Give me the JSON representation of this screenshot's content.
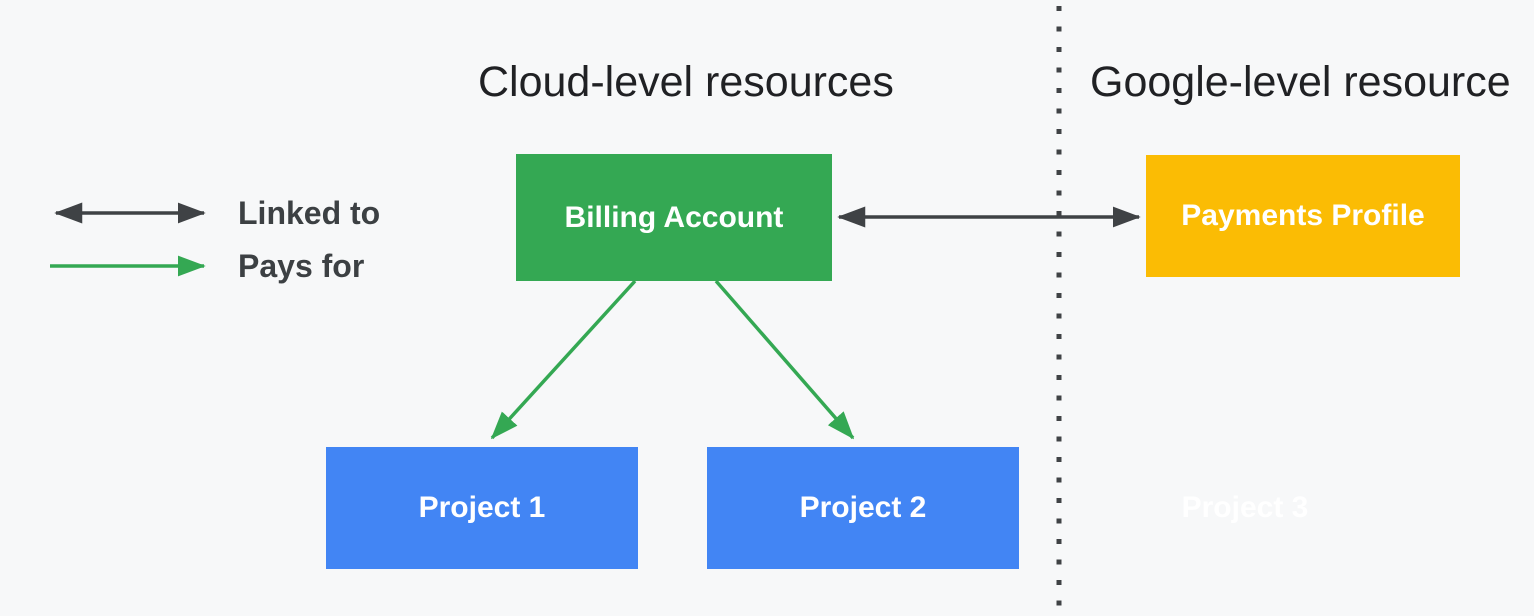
{
  "diagram": {
    "description": "Google Cloud billing account relationships diagram",
    "sections": {
      "left_title": "Cloud-level resources",
      "right_title": "Google-level resource"
    },
    "legend": {
      "items": [
        {
          "label": "Linked to",
          "arrow_style": "double-headed-dark"
        },
        {
          "label": "Pays for",
          "arrow_style": "single-headed-green"
        }
      ]
    },
    "nodes": {
      "billing_account": {
        "label": "Billing Account",
        "color": "#34A853",
        "section": "cloud-level"
      },
      "payments_profile": {
        "label": "Payments Profile",
        "color": "#FBBC04",
        "section": "google-level"
      },
      "project1": {
        "label": "Project 1",
        "color": "#4285F4",
        "section": "cloud-level"
      },
      "project2": {
        "label": "Project 2",
        "color": "#4285F4",
        "section": "cloud-level"
      },
      "project3": {
        "label": "Project 3",
        "color": "#FFFFFF",
        "section": "google-level"
      }
    },
    "edges": [
      {
        "from": "billing_account",
        "to": "payments_profile",
        "relation": "Linked to"
      },
      {
        "from": "billing_account",
        "to": "project1",
        "relation": "Pays for"
      },
      {
        "from": "billing_account",
        "to": "project2",
        "relation": "Pays for"
      }
    ],
    "colors": {
      "background": "#F7F8F9",
      "dark_arrow": "#3F4245",
      "green_arrow": "#34A853",
      "legend_text": "#3C4043",
      "title_text": "#202124"
    }
  }
}
